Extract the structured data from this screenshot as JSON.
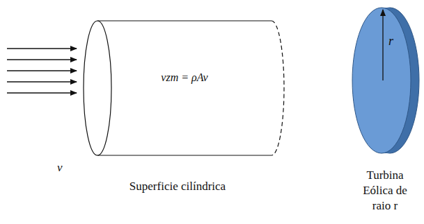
{
  "diagram": {
    "nodes": [
      {
        "text": [
          "vzm = ρAv",
          "Superficie cilíndrica"
        ]
      },
      {
        "text": [
          "r",
          "Turbina Eólica de raio r"
        ]
      }
    ],
    "edges": [],
    "labels": [
      "v"
    ]
  }
}
